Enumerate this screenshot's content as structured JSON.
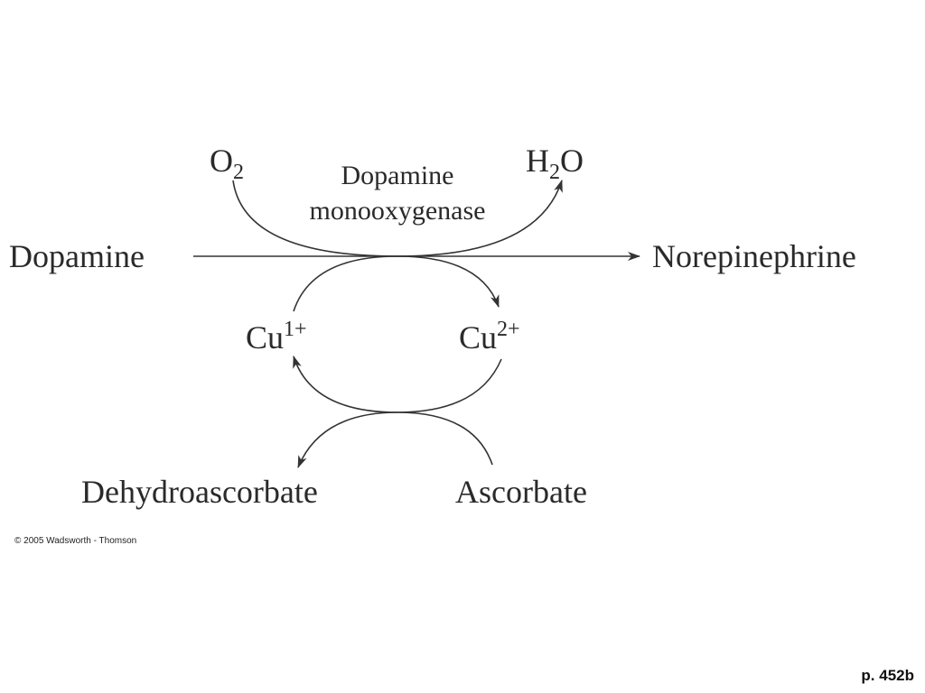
{
  "diagram": {
    "substrate": "Dopamine",
    "product": "Norepinephrine",
    "o2": {
      "base": "O",
      "sub": "2"
    },
    "h2o": {
      "pre": "H",
      "sub": "2",
      "post": "O"
    },
    "enzyme": {
      "line1": "Dopamine",
      "line2": "monooxygenase"
    },
    "cu1": {
      "base": "Cu",
      "sup": "1+"
    },
    "cu2": {
      "base": "Cu",
      "sup": "2+"
    },
    "dehydroascorbate": "Dehydroascorbate",
    "ascorbate": "Ascorbate"
  },
  "footer": {
    "copyright": "© 2005 Wadsworth - Thomson",
    "page_ref": "p. 452b"
  }
}
